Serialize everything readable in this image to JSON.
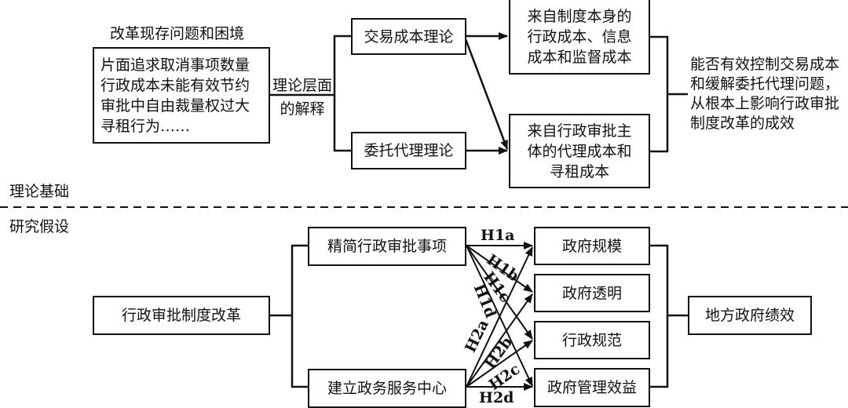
{
  "top_section": {
    "problem_title": "改革现存问题和困境",
    "problem_box": "片面追求取消事项数量\n行政成本未能有效节约\n审批中自由裁量权过大\n寻租行为……",
    "bridge_label": "理论层面\n的解释",
    "theory_1": "交易成本理论",
    "theory_2": "委托代理理论",
    "cost_1": "来自制度本身的\n行政成本、信息\n成本和监督成本",
    "cost_2": "来自行政审批主\n体的代理成本和\n寻租成本",
    "conclusion": "能否有效控制交易成本\n和缓解委托代理问题，\n从根本上影响行政审批\n制度改革的成效"
  },
  "section_labels": {
    "upper": "理论基础",
    "lower": "研究假设"
  },
  "bottom_section": {
    "root": "行政审批制度改革",
    "measure_1": "精简行政审批事项",
    "measure_2": "建立政务服务中心",
    "outcomes": [
      "政府规模",
      "政府透明",
      "行政规范",
      "政府管理效益"
    ],
    "target": "地方政府绩效",
    "hypotheses": {
      "h1a": "H1a",
      "h1b": "H1b",
      "h1c": "H1c",
      "h1d": "H1d",
      "h2a": "H2a",
      "h2b": "H2b",
      "h2c": "H2c",
      "h2d": "H2d"
    }
  },
  "colors": {
    "line": "#111111",
    "background": "#ffffff"
  }
}
